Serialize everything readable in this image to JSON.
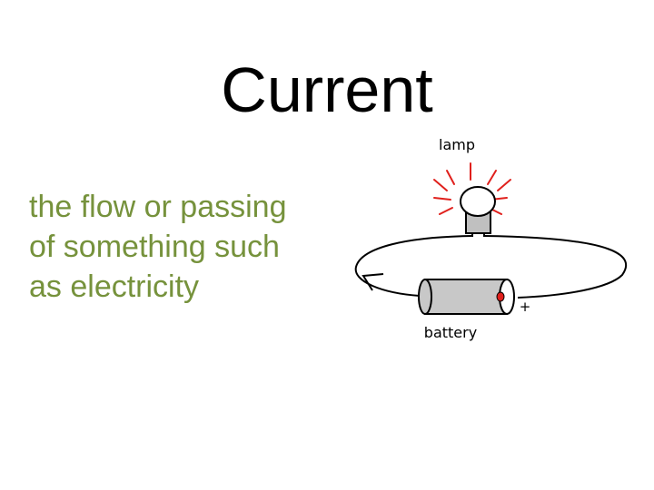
{
  "slide": {
    "title": "Current",
    "body_lines": [
      "the flow or passing",
      "of something such",
      "as electricity"
    ]
  },
  "diagram": {
    "lamp_label": "lamp",
    "battery_label": "battery",
    "positive_terminal_label": "+",
    "ray_color": "#e0201c",
    "bulb_stroke_color": "#000000",
    "battery_fill_color": "#c8c8c8",
    "terminal_color": "#e0201c"
  }
}
